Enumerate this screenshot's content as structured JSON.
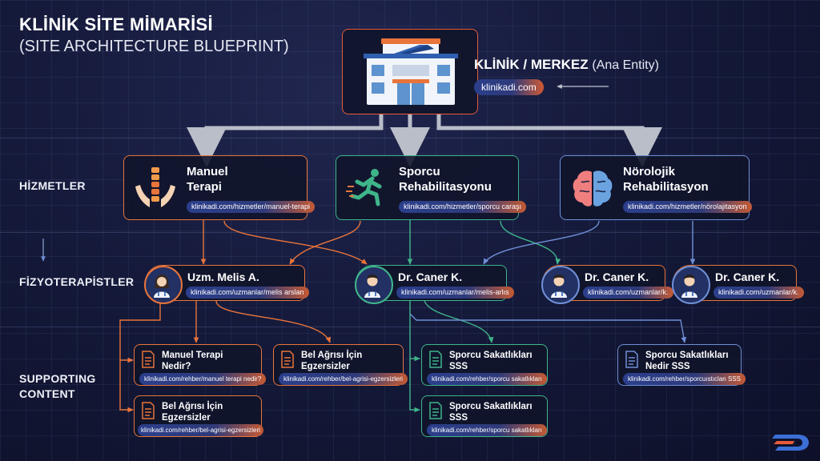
{
  "header": {
    "title": "KLİNİK SİTE MİMARİSİ",
    "subtitle": "(SITE ARCHITECTURE BLUEPRINT)"
  },
  "hub": {
    "title": "KLİNİK / MERKEZ",
    "subtitle": "(Ana Entity)",
    "url": "klinikadi.com"
  },
  "rows": {
    "services": "HİZMETLER",
    "therapists": "FİZYOTERAPİSTLER",
    "supporting_line1": "SUPPORTING",
    "supporting_line2": "CONTENT"
  },
  "services": [
    {
      "line1": "Manuel",
      "line2": "Terapi",
      "url": "klinikadi.com/hizmetler/manuel-terapi",
      "icon": "spine-hands-icon"
    },
    {
      "line1": "Sporcu",
      "line2": "Rehabilitasyonu",
      "url": "klinikadi.com/hizmetler/sporcu caraşı",
      "icon": "runner-icon"
    },
    {
      "line1": "Nörolojik",
      "line2": "Rehabilitasyon",
      "url": "klinikadi.com/hizmetler/nörolajitasyon",
      "icon": "brain-icon"
    }
  ],
  "therapists": [
    {
      "name": "Uzm. Melis A.",
      "url": "klinikadi.com/uzmanlar/melis arslan",
      "icon": "female-doctor-icon"
    },
    {
      "name": "Dr. Caner K.",
      "url": "klinikadi.com/uzmanlar/melis-arlıs",
      "icon": "male-doctor-icon"
    },
    {
      "name": "Dr. Caner K.",
      "url": "klinikadi.com/uzmanlar/k.",
      "icon": "male-doctor-icon"
    },
    {
      "name": "Dr. Caner K.",
      "url": "klinikadi.com/uzmanlar/k.",
      "icon": "male-doctor-icon"
    }
  ],
  "content": [
    {
      "line1": "Manuel Terapi",
      "line2": "Nedir?",
      "url": "klinikadi.com/rehber/manuel terapi nedir?",
      "icon": "document-icon"
    },
    {
      "line1": "Bel Ağrısı İçin",
      "line2": "Egzersizler",
      "url": "klinikadi.com/rehber/bel-agrisi-egzersizleri",
      "icon": "document-icon"
    },
    {
      "line1": "Sporcu Sakatlıkları",
      "line2": "SSS",
      "url": "klinikadi.com/rehber/sporcu sakatlıkları",
      "icon": "document-icon"
    },
    {
      "line1": "Sporcu Sakatlıkları",
      "line2": "Nedir SSS",
      "url": "klinikadi.com/rehber/sporcuıstıclan SSS",
      "icon": "document-icon"
    },
    {
      "line1": "Bel Ağrısı İçin",
      "line2": "Egzersizler",
      "url": "klinikadi.com/rehber/bel-agrisi-egzersizleri",
      "icon": "document-icon"
    },
    {
      "line1": "Sporcu Sakatlıkları",
      "line2": "SSS",
      "url": "klinikadi.com/rehber/sporcu sakatlıkları",
      "icon": "document-icon"
    }
  ],
  "colors": {
    "orange": "#e8743b",
    "green": "#3fb58a",
    "blue": "#6f8fd6",
    "hub_border": "#e85a3a",
    "background": "#151a3b"
  }
}
